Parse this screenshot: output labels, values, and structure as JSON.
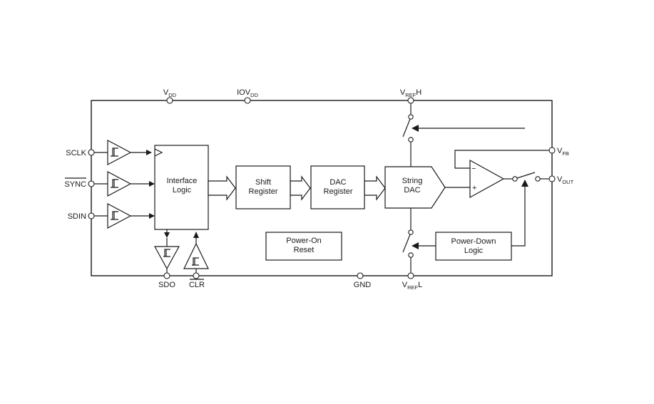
{
  "pins": {
    "vdd": {
      "main": "V",
      "sub": "DD",
      "tail": ""
    },
    "iovdd": {
      "main": "IOV",
      "sub": "DD",
      "tail": ""
    },
    "vrefh": {
      "main": "V",
      "sub": "REF",
      "tail": "H"
    },
    "vrefl": {
      "main": "V",
      "sub": "REF",
      "tail": "L"
    },
    "vfb": {
      "main": "V",
      "sub": "FB",
      "tail": ""
    },
    "vout": {
      "main": "V",
      "sub": "OUT",
      "tail": ""
    },
    "sclk": "SCLK",
    "sync": "SYNC",
    "sdin": "SDIN",
    "sdo": "SDO",
    "clr": "CLR",
    "gnd": "GND"
  },
  "blocks": {
    "interface_logic": [
      "Interface",
      "Logic"
    ],
    "shift_register": [
      "Shift",
      "Register"
    ],
    "dac_register": [
      "DAC",
      "Register"
    ],
    "string_dac": [
      "String",
      "DAC"
    ],
    "power_on_reset": [
      "Power-On",
      "Reset"
    ],
    "power_down_logic": [
      "Power-Down",
      "Logic"
    ]
  },
  "amp": {
    "minus": "−",
    "plus": "+"
  }
}
